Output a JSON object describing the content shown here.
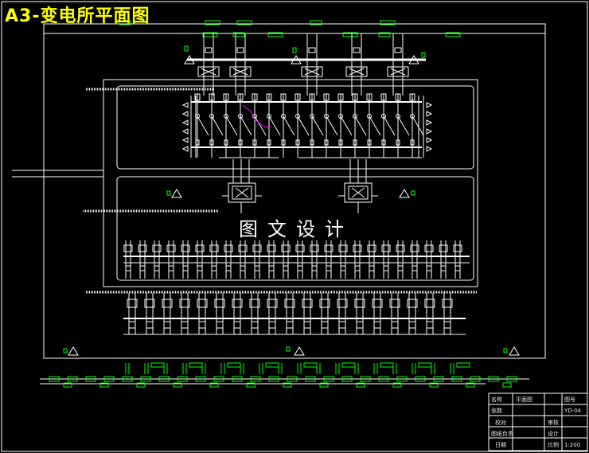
{
  "drawing": {
    "title": "A3-变电所平面图",
    "watermark": "图文设计"
  },
  "title_block": {
    "name_label": "名称",
    "name_value": "平面图",
    "drawing_no_label": "图号",
    "drawing_no_value": "YD-04",
    "count_label": "张数",
    "designer_label": "设计",
    "checker_label": "审核",
    "design_mgr_label": "图纸负责",
    "engineer_label": "校对",
    "date_label": "日期",
    "scale_label": "比例",
    "scale_value": "1:200"
  },
  "colors": {
    "background": "#000000",
    "linework": "#ffffff",
    "accent_green": "#00ff00",
    "title_yellow": "#ffff00",
    "highlight_magenta": "#ff00ff"
  }
}
